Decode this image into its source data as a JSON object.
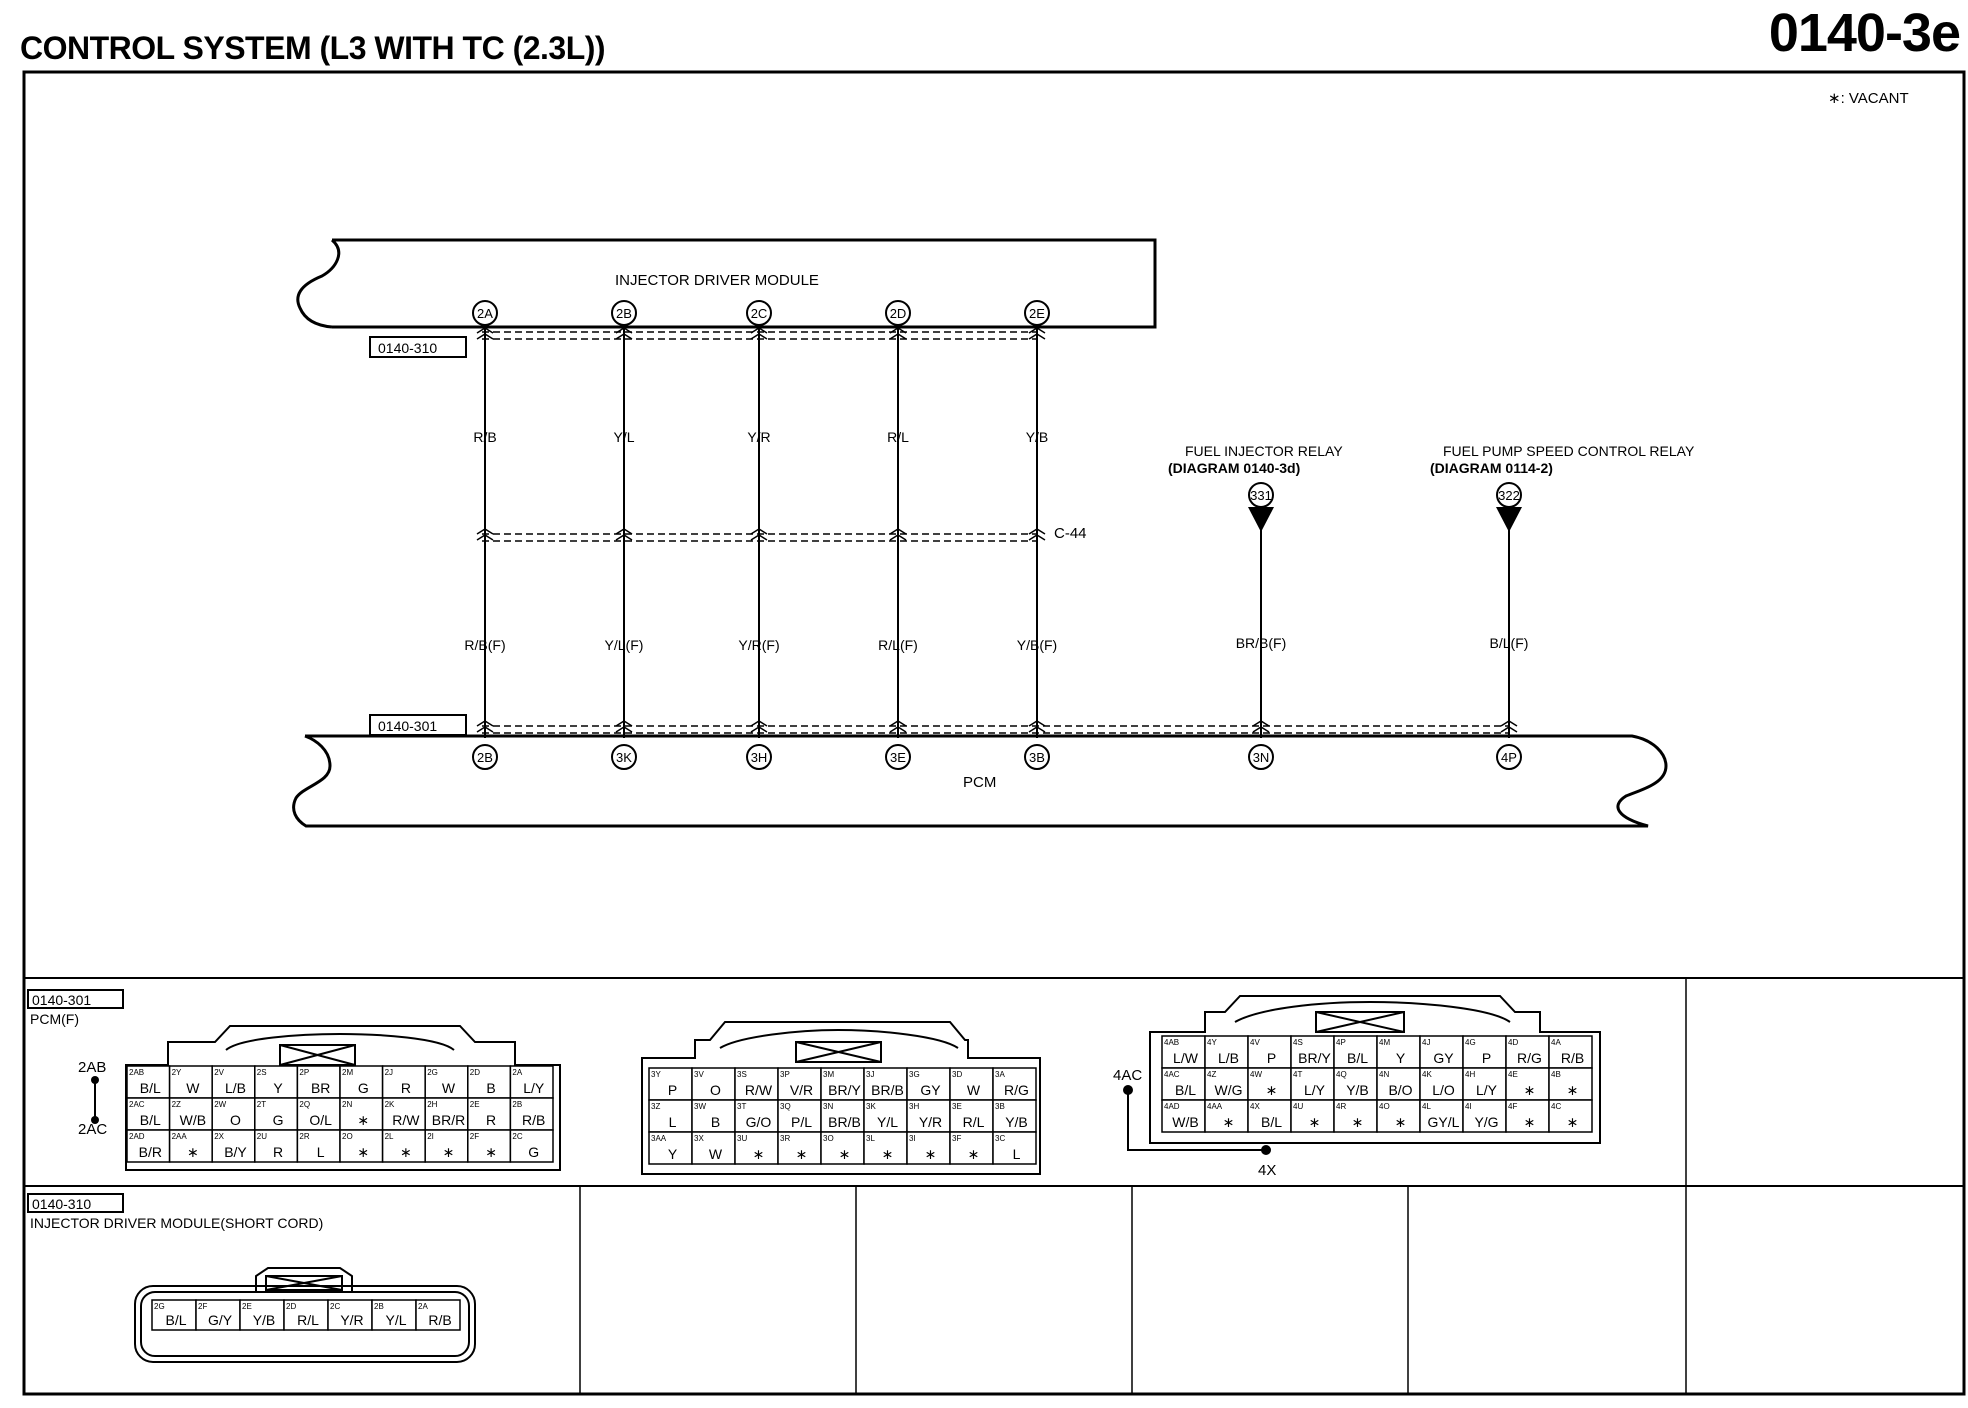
{
  "header": {
    "title": "CONTROL SYSTEM (L3 WITH TC (2.3L))",
    "page_number": "0140-3e"
  },
  "vacant_note": "∗: VACANT",
  "modules": {
    "injector_driver": "INJECTOR DRIVER MODULE",
    "pcm": "PCM"
  },
  "connector_refs": {
    "top": "0140-310",
    "bottom": "0140-301"
  },
  "joint_connector": "C-44",
  "wires": [
    {
      "top_pin": "2A",
      "upper": "R/B",
      "lower": "R/B(F)",
      "bottom_pin": "2B"
    },
    {
      "top_pin": "2B",
      "upper": "Y/L",
      "lower": "Y/L(F)",
      "bottom_pin": "3K"
    },
    {
      "top_pin": "2C",
      "upper": "Y/R",
      "lower": "Y/R(F)",
      "bottom_pin": "3H"
    },
    {
      "top_pin": "2D",
      "upper": "R/L",
      "lower": "R/L(F)",
      "bottom_pin": "3E"
    },
    {
      "top_pin": "2E",
      "upper": "Y/B",
      "lower": "Y/B(F)",
      "bottom_pin": "3B"
    }
  ],
  "relays": [
    {
      "name": "FUEL INJECTOR RELAY",
      "diagram": "(DIAGRAM 0140-3d)",
      "node": "331",
      "wire": "BR/B(F)",
      "pin": "3N"
    },
    {
      "name": "FUEL PUMP SPEED CONTROL RELAY",
      "diagram": "(DIAGRAM 0114-2)",
      "node": "322",
      "wire": "B/L(F)",
      "pin": "4P"
    }
  ],
  "pcm_connector": {
    "ref": "0140-301",
    "name": "PCM(F)",
    "label_2ab": "2AB",
    "label_2ac": "2AC",
    "label_4ac": "4AC",
    "label_4x": "4X",
    "block2": [
      [
        [
          "2AB",
          "B/L"
        ],
        [
          "2Y",
          "W"
        ],
        [
          "2V",
          "L/B"
        ],
        [
          "2S",
          "Y"
        ],
        [
          "2P",
          "BR"
        ],
        [
          "2M",
          "G"
        ],
        [
          "2J",
          "R"
        ],
        [
          "2G",
          "W"
        ],
        [
          "2D",
          "B"
        ],
        [
          "2A",
          "L/Y"
        ]
      ],
      [
        [
          "2AC",
          "B/L"
        ],
        [
          "2Z",
          "W/B"
        ],
        [
          "2W",
          "O"
        ],
        [
          "2T",
          "G"
        ],
        [
          "2Q",
          "O/L"
        ],
        [
          "2N",
          "∗"
        ],
        [
          "2K",
          "R/W"
        ],
        [
          "2H",
          "BR/R"
        ],
        [
          "2E",
          "R"
        ],
        [
          "2B",
          "R/B"
        ]
      ],
      [
        [
          "2AD",
          "B/R"
        ],
        [
          "2AA",
          "∗"
        ],
        [
          "2X",
          "B/Y"
        ],
        [
          "2U",
          "R"
        ],
        [
          "2R",
          "L"
        ],
        [
          "2O",
          "∗"
        ],
        [
          "2L",
          "∗"
        ],
        [
          "2I",
          "∗"
        ],
        [
          "2F",
          "∗"
        ],
        [
          "2C",
          "G"
        ]
      ]
    ],
    "block3": [
      [
        [
          "3Y",
          "P"
        ],
        [
          "3V",
          "O"
        ],
        [
          "3S",
          "R/W"
        ],
        [
          "3P",
          "V/R"
        ],
        [
          "3M",
          "BR/Y"
        ],
        [
          "3J",
          "BR/B"
        ],
        [
          "3G",
          "GY"
        ],
        [
          "3D",
          "W"
        ],
        [
          "3A",
          "R/G"
        ]
      ],
      [
        [
          "3Z",
          "L"
        ],
        [
          "3W",
          "B"
        ],
        [
          "3T",
          "G/O"
        ],
        [
          "3Q",
          "P/L"
        ],
        [
          "3N",
          "BR/B"
        ],
        [
          "3K",
          "Y/L"
        ],
        [
          "3H",
          "Y/R"
        ],
        [
          "3E",
          "R/L"
        ],
        [
          "3B",
          "Y/B"
        ]
      ],
      [
        [
          "3AA",
          "Y"
        ],
        [
          "3X",
          "W"
        ],
        [
          "3U",
          "∗"
        ],
        [
          "3R",
          "∗"
        ],
        [
          "3O",
          "∗"
        ],
        [
          "3L",
          "∗"
        ],
        [
          "3I",
          "∗"
        ],
        [
          "3F",
          "∗"
        ],
        [
          "3C",
          "L"
        ]
      ]
    ],
    "block4": [
      [
        [
          "4AB",
          "L/W"
        ],
        [
          "4Y",
          "L/B"
        ],
        [
          "4V",
          "P"
        ],
        [
          "4S",
          "BR/Y"
        ],
        [
          "4P",
          "B/L"
        ],
        [
          "4M",
          "Y"
        ],
        [
          "4J",
          "GY"
        ],
        [
          "4G",
          "P"
        ],
        [
          "4D",
          "R/G"
        ],
        [
          "4A",
          "R/B"
        ]
      ],
      [
        [
          "4AC",
          "B/L"
        ],
        [
          "4Z",
          "W/G"
        ],
        [
          "4W",
          "∗"
        ],
        [
          "4T",
          "L/Y"
        ],
        [
          "4Q",
          "Y/B"
        ],
        [
          "4N",
          "B/O"
        ],
        [
          "4K",
          "L/O"
        ],
        [
          "4H",
          "L/Y"
        ],
        [
          "4E",
          "∗"
        ],
        [
          "4B",
          "∗"
        ]
      ],
      [
        [
          "4AD",
          "W/B"
        ],
        [
          "4AA",
          "∗"
        ],
        [
          "4X",
          "B/L"
        ],
        [
          "4U",
          "∗"
        ],
        [
          "4R",
          "∗"
        ],
        [
          "4O",
          "∗"
        ],
        [
          "4L",
          "GY/L"
        ],
        [
          "4I",
          "Y/G"
        ],
        [
          "4F",
          "∗"
        ],
        [
          "4C",
          "∗"
        ]
      ]
    ]
  },
  "idm_connector": {
    "ref": "0140-310",
    "name": "INJECTOR DRIVER MODULE(SHORT CORD)",
    "pins": [
      [
        "2G",
        "B/L"
      ],
      [
        "2F",
        "G/Y"
      ],
      [
        "2E",
        "Y/B"
      ],
      [
        "2D",
        "R/L"
      ],
      [
        "2C",
        "Y/R"
      ],
      [
        "2B",
        "Y/L"
      ],
      [
        "2A",
        "R/B"
      ]
    ]
  }
}
